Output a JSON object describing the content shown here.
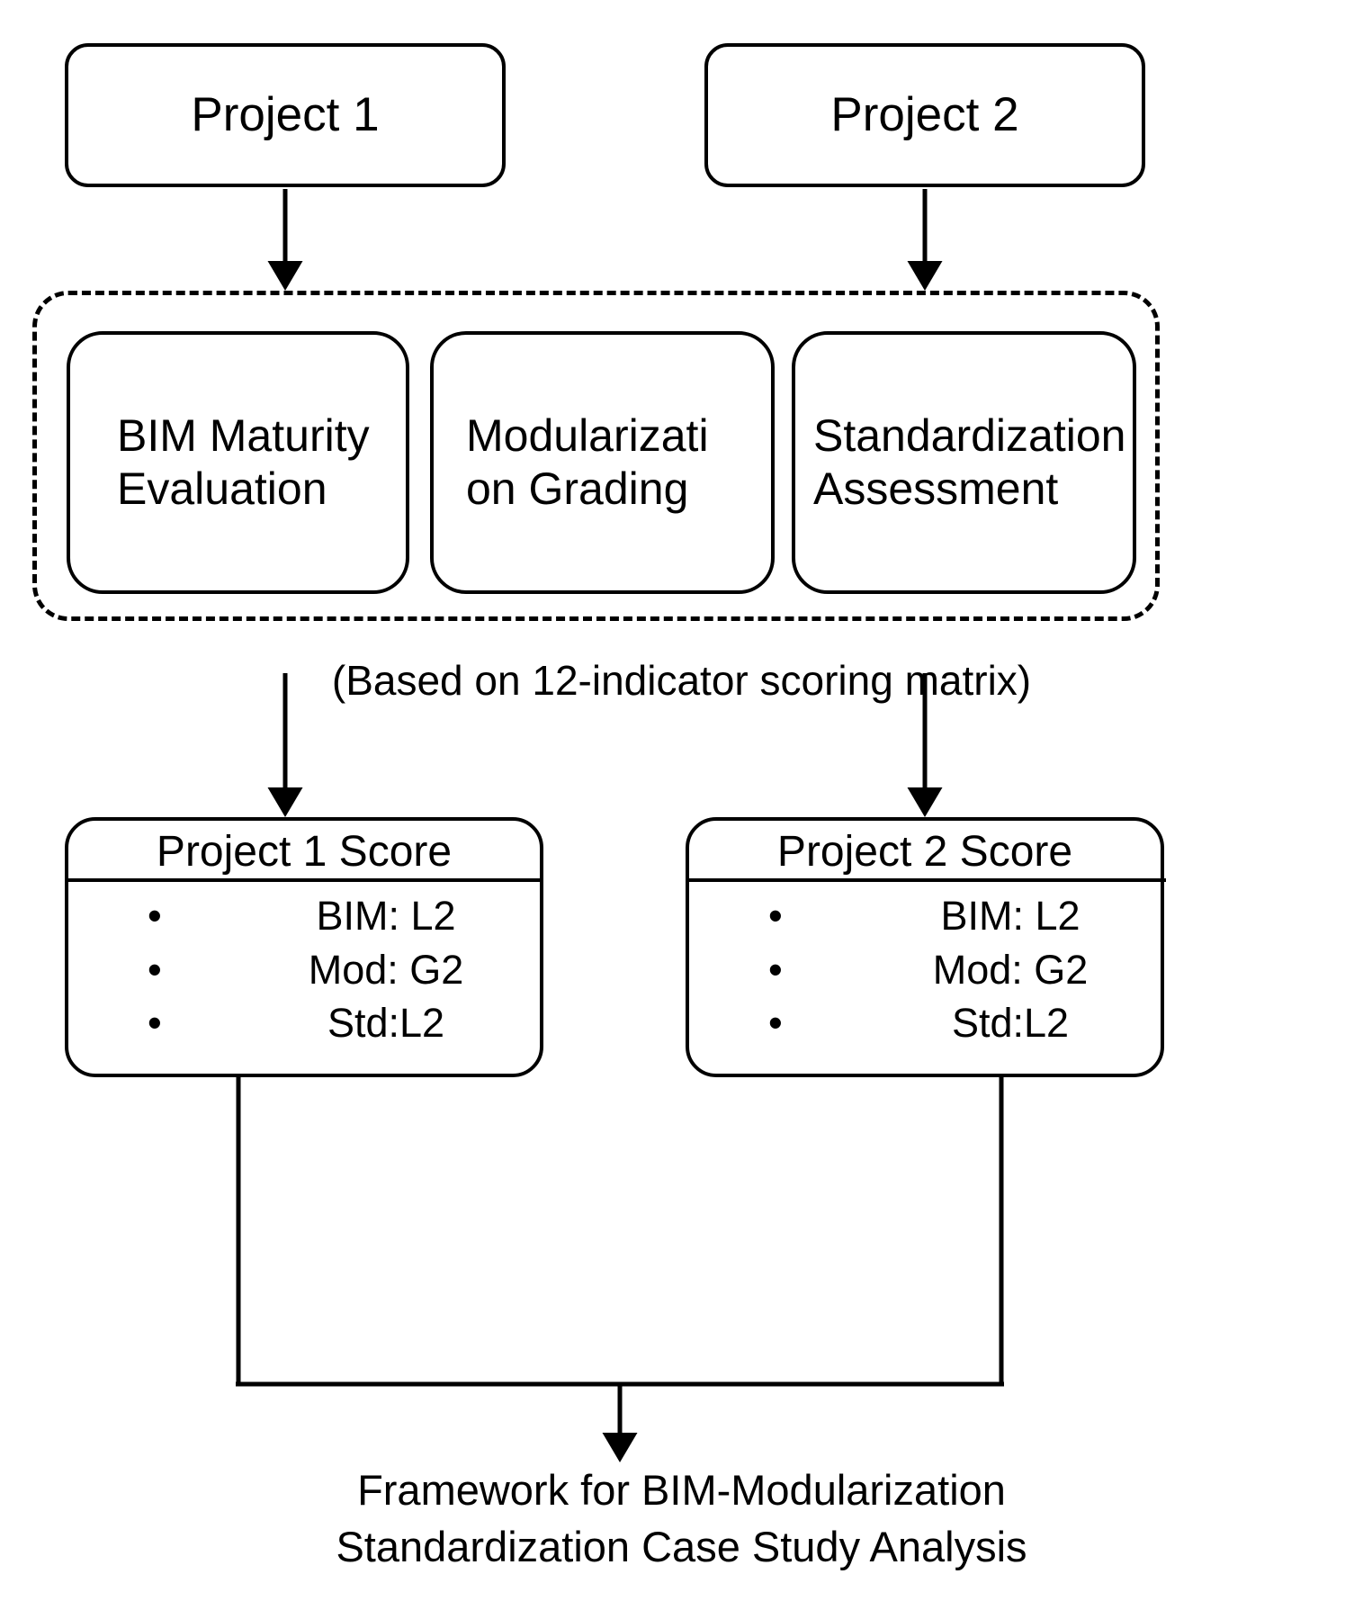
{
  "diagram": {
    "title": "Framework for BIM-Modularization Standardization Case Study Analysis",
    "sources": [
      {
        "id": "project-1",
        "label": "Project 1"
      },
      {
        "id": "project-2",
        "label": "Project 2"
      }
    ],
    "evaluation_group": {
      "style": "dashed-container",
      "boxes": [
        {
          "id": "bim-maturity-evaluation",
          "label": "BIM Maturity\nEvaluation"
        },
        {
          "id": "modularization-grading",
          "label": "Modularizati\non Grading"
        },
        {
          "id": "standardization-assessment",
          "label": "Standardization\nAssessment"
        }
      ]
    },
    "matrix_note": "(Based on 12-indicator scoring matrix)",
    "scores": [
      {
        "id": "project-1-score",
        "title": "Project 1 Score",
        "bullet": "•",
        "items": [
          {
            "label": "BIM: L2"
          },
          {
            "label": "Mod: G2"
          },
          {
            "label": "Std:L2"
          }
        ]
      },
      {
        "id": "project-2-score",
        "title": "Project 2 Score",
        "bullet": "•",
        "items": [
          {
            "label": "BIM: L2"
          },
          {
            "label": "Mod: G2"
          },
          {
            "label": "Std:L2"
          }
        ]
      }
    ],
    "outcome": "Framework for BIM-Modularization\nStandardization Case Study Analysis",
    "colors": {
      "stroke": "#000000",
      "fill": "#ffffff",
      "text": "#000000"
    }
  }
}
